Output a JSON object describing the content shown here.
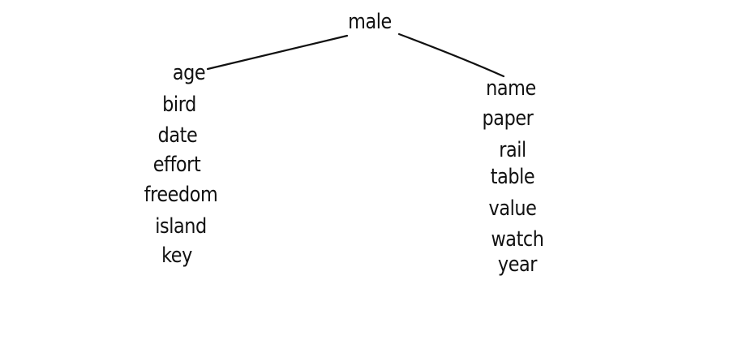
{
  "root": "male",
  "left_branch": [
    "age",
    "bird",
    "date",
    "effort",
    "freedom",
    "island",
    "key"
  ],
  "right_branch": [
    "name",
    "paper",
    "rail",
    "table",
    "value",
    "watch",
    "year"
  ],
  "colors": {
    "ink": "#111111",
    "background": "#ffffff"
  }
}
